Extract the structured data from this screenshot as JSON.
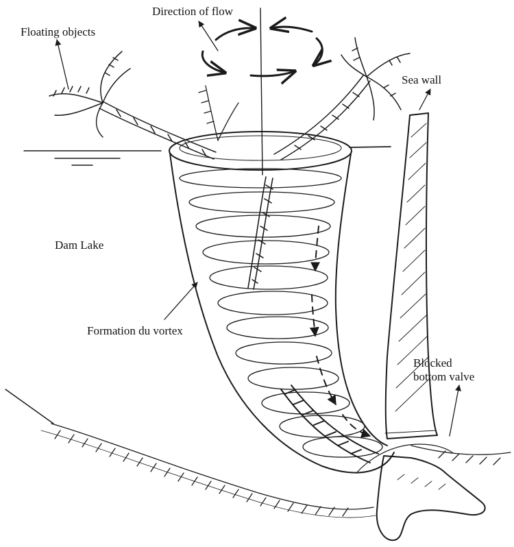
{
  "labels": {
    "direction_of_flow": "Direction of flow",
    "floating_objects": "Floating objects",
    "sea_wall": "Sea wall",
    "dam_lake": "Dam Lake",
    "vortex_formation": "Formation du vortex",
    "blocked_valve_line1": "Blocked",
    "blocked_valve_line2": "bottom valve"
  },
  "colors": {
    "ink": "#1a1a1a",
    "paper": "#ffffff"
  }
}
